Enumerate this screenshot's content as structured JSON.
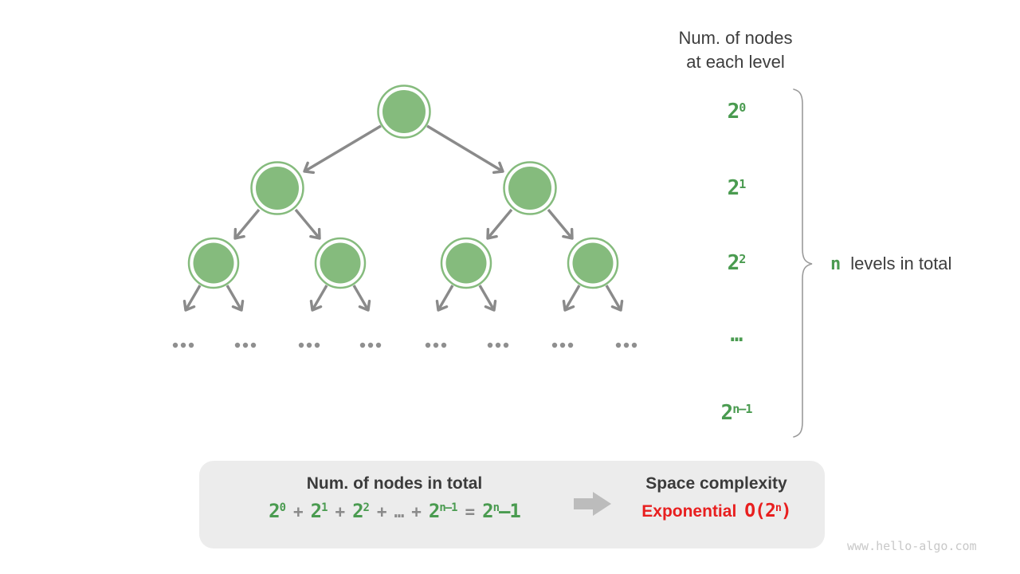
{
  "colors": {
    "node_green": "#85bb7d",
    "text_green": "#4a9b50",
    "edge_gray": "#8a8a8a",
    "dark_text": "#3d3d3d",
    "red_text": "#e81f1f",
    "box_bg": "#ececec",
    "block_arrow_gray": "#bcbcbc",
    "watermark_gray": "#c8c8c8"
  },
  "header": {
    "line1": "Num. of nodes",
    "line2": "at each level"
  },
  "levels": [
    {
      "base": "2",
      "sup": "0"
    },
    {
      "base": "2",
      "sup": "1"
    },
    {
      "base": "2",
      "sup": "2"
    },
    {
      "dots": "…"
    },
    {
      "base": "2",
      "sup": "n–1"
    }
  ],
  "brace_label": {
    "n": "n",
    "text": "levels in total"
  },
  "summary_box": {
    "left_title": "Num. of nodes in total",
    "formula": {
      "t1": {
        "base": "2",
        "sup": "0"
      },
      "plus1": "+",
      "t2": {
        "base": "2",
        "sup": "1"
      },
      "plus2": "+",
      "t3": {
        "base": "2",
        "sup": "2"
      },
      "plus3": "+",
      "dots": "…",
      "plus4": "+",
      "t4": {
        "base": "2",
        "sup": "n–1"
      },
      "equals": "=",
      "result": {
        "base": "2",
        "sup": "n",
        "tail": "–1"
      }
    },
    "right_title": "Space complexity",
    "complexity_word": "Exponential",
    "big_o": {
      "prefix": "O(2",
      "sup": "n",
      "suffix": ")"
    }
  },
  "watermark": "www.hello-algo.com"
}
